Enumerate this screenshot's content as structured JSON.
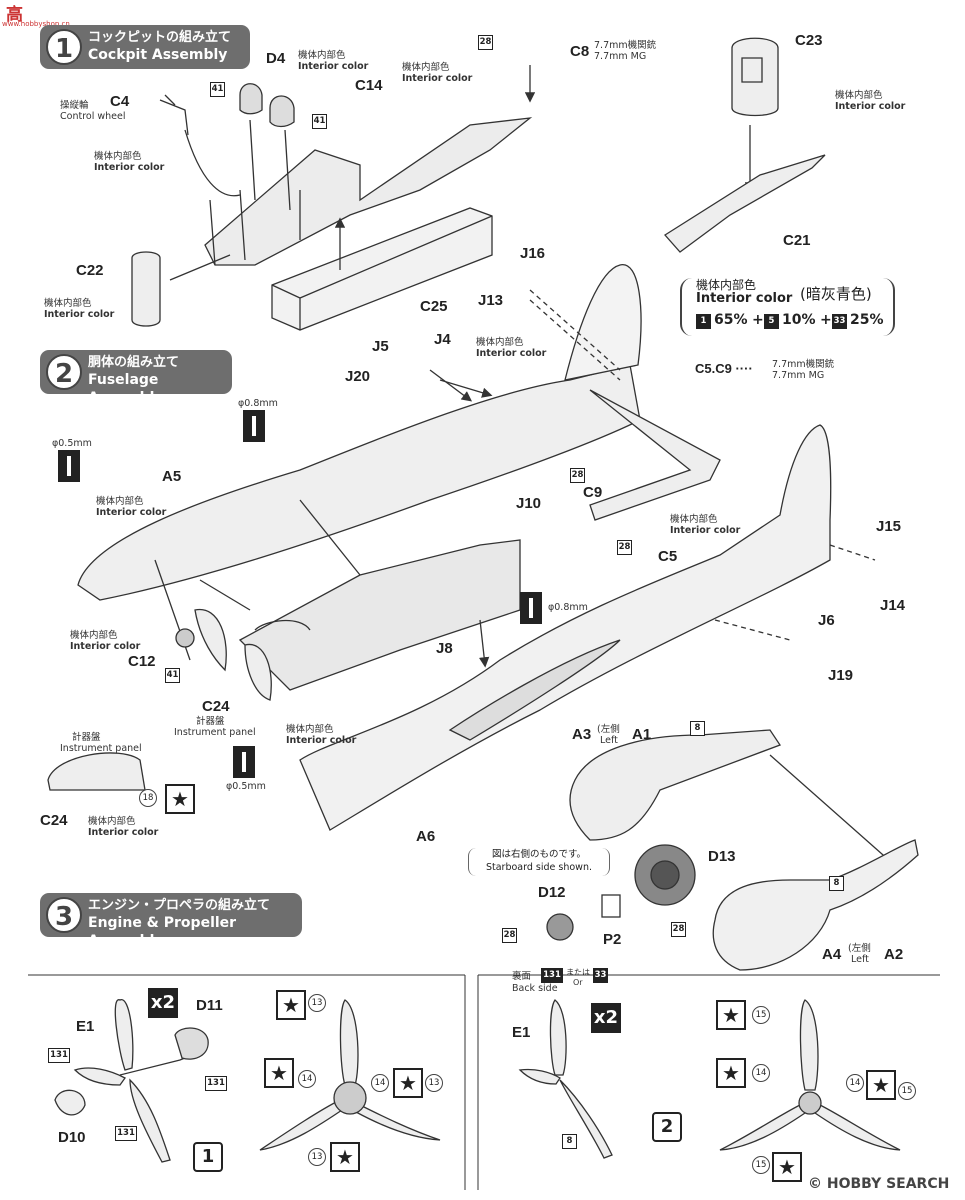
{
  "header": {
    "site_logo_text": "高",
    "site_logo_url_text": "www.hobbyshop.cn"
  },
  "steps": [
    {
      "number": "1",
      "jp": "コックピットの組み立て",
      "en": "Cockpit Assembly"
    },
    {
      "number": "2",
      "jp": "胴体の組み立て",
      "en": "Fuselage Assembly"
    },
    {
      "number": "3",
      "jp": "エンジン・プロペラの組み立て",
      "en": "Engine & Propeller Assembly"
    }
  ],
  "parts": {
    "C4": "C4",
    "C8": "C8",
    "C14": "C14",
    "C21": "C21",
    "C22": "C22",
    "C23": "C23",
    "C25": "C25",
    "D4": "D4",
    "J16": "J16",
    "J13": "J13",
    "J5": "J5",
    "J4": "J4",
    "J20": "J20",
    "A5": "A5",
    "J10": "J10",
    "C9": "C9",
    "C5": "C5",
    "J15": "J15",
    "J14": "J14",
    "J6": "J6",
    "J19": "J19",
    "J8": "J8",
    "C12": "C12",
    "C24a": "C24",
    "C24b": "C24",
    "A6": "A6",
    "A3": "A3",
    "A1": "A1",
    "D13": "D13",
    "D12": "D12",
    "P2": "P2",
    "A4": "A4",
    "A2": "A2",
    "E1a": "E1",
    "E1b": "E1",
    "D11": "D11",
    "D10": "D10"
  },
  "notes": {
    "control_wheel_jp": "操縦輪",
    "control_wheel_en": "Control wheel",
    "interior_jp": "機体内部色",
    "interior_en": "Interior color",
    "mg_jp": "7.7mm機関銃",
    "mg_en": "7.7mm MG",
    "c5c9": "C5.C9 ····",
    "interior_box_title_jp": "機体内部色",
    "interior_box_title_en": "Interior color",
    "interior_box_color": "(暗灰青色)",
    "mix_1": "1",
    "mix_1_pct": "65%",
    "mix_5": "5",
    "mix_5_pct": "10%",
    "mix_33": "33",
    "mix_33_pct": "25%",
    "plus": "+",
    "phi08": "φ0.8mm",
    "phi05": "φ0.5mm",
    "instrument_jp": "計器盤",
    "instrument_en": "Instrument panel",
    "left_jp_a3": "(左側",
    "left_en": "Left",
    "starboard_jp": "図は右側のものです。",
    "starboard_en": "Starboard side shown.",
    "back_jp": "裏面",
    "back_en": "Back side",
    "or_jp": "または",
    "or_en": "Or",
    "variant_1": "1",
    "variant_2": "2"
  },
  "codes": {
    "c28": "28",
    "c41": "41",
    "c131": "131",
    "c33": "33",
    "c8": "8",
    "c18": "18",
    "c13": "13",
    "c14": "14",
    "c15": "15",
    "x2": "x2",
    "star": "★"
  },
  "footer": {
    "watermark": "© HOBBY SEARCH"
  }
}
